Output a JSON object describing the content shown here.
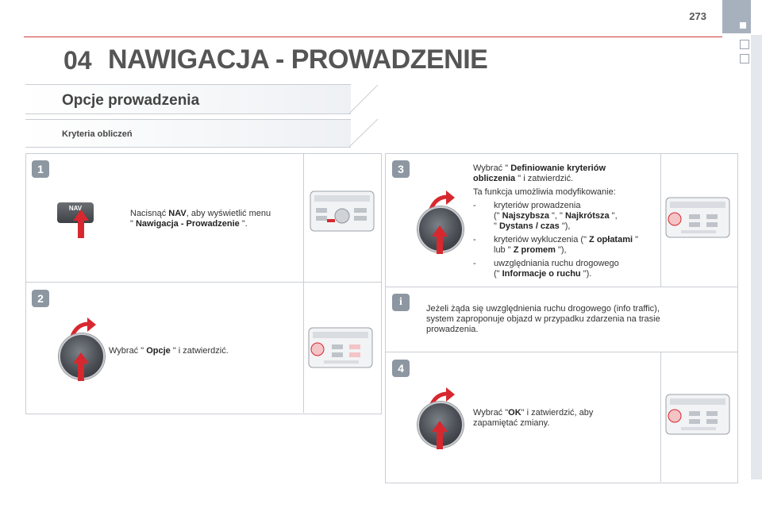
{
  "header": {
    "page_number": "273",
    "chapter_number": "04",
    "chapter_title": "NAWIGACJA - PROWADZENIE"
  },
  "section": {
    "title": "Opcje prowadzenia",
    "subtitle": "Kryteria obliczeń"
  },
  "step1": {
    "badge": "1",
    "button_label": "NAV",
    "t1": "Nacisnąć ",
    "b1": "NAV",
    "t2": ", aby wyświetlić menu",
    "t3": "\" ",
    "b2": "Nawigacja - Prowadzenie",
    "t4": " \"."
  },
  "step2": {
    "badge": "2",
    "t1": "Wybrać \" ",
    "b1": "Opcje",
    "t2": " \" i zatwierdzić."
  },
  "step3": {
    "badge": "3",
    "l1_t1": "Wybrać \" ",
    "l1_b1": "Definiowanie kryteriów",
    "l2_b1": "obliczenia",
    "l2_t1": " \" i zatwierdzić.",
    "l3": "Ta funkcja umożliwia modyfikowanie:",
    "bullet": "-",
    "i1_l1": "kryteriów prowadzenia",
    "i1_l2_t1": "(\" ",
    "i1_l2_b1": "Najszybsza",
    "i1_l2_t2": " \", \" ",
    "i1_l2_b2": "Najkrótsza",
    "i1_l2_t3": " \",",
    "i1_l3_t1": "\" ",
    "i1_l3_b1": "Dystans / czas",
    "i1_l3_t2": " \"),",
    "i2_l1_t1": "kryteriów wykluczenia (\" ",
    "i2_l1_b1": "Z opłatami",
    "i2_l1_t2": " \"",
    "i2_l2_t1": "lub \" ",
    "i2_l2_b1": "Z promem",
    "i2_l2_t2": " \"),",
    "i3_l1": "uwzględniania ruchu drogowego",
    "i3_l2_t1": "(\" ",
    "i3_l2_b1": "Informacje o ruchu",
    "i3_l2_t2": " \")."
  },
  "info": {
    "badge": "i",
    "l1": "Jeżeli żąda się uwzględnienia ruchu drogowego (info traffic),",
    "l2": "system zaproponuje objazd w przypadku zdarzenia na trasie",
    "l3": "prowadzenia."
  },
  "step4": {
    "badge": "4",
    "l1_t1": "Wybrać \"",
    "l1_b1": "OK",
    "l1_t2": "\" i zatwierdzić, aby",
    "l2": "zapamiętać zmiany."
  },
  "colors": {
    "accent_red": "#d7282f",
    "header_rule": "#d03a3a",
    "badge_grey": "#8d97a2",
    "title_grey": "#555555"
  }
}
